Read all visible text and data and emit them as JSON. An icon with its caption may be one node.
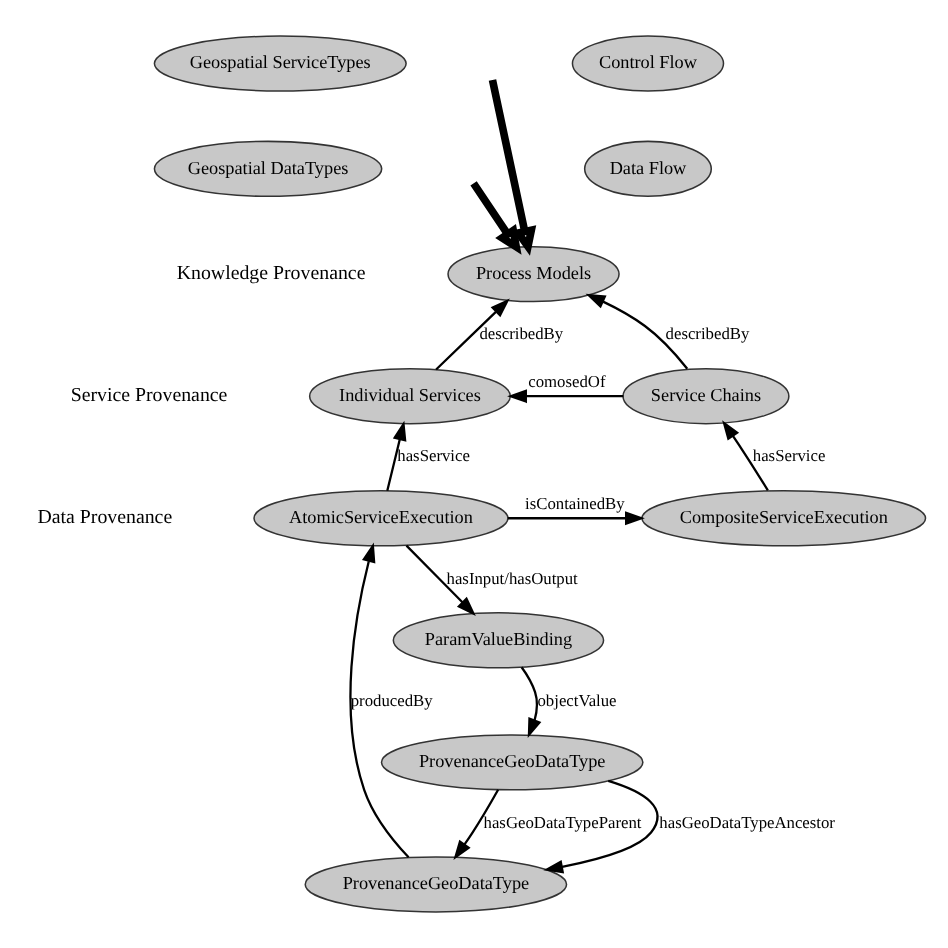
{
  "diagram": {
    "nodes": [
      {
        "text": [
          "Geospatial ServiceTypes"
        ]
      },
      {
        "text": [
          "Control Flow"
        ]
      },
      {
        "text": [
          "Geospatial DataTypes"
        ]
      },
      {
        "text": [
          "Data Flow"
        ]
      },
      {
        "text": [
          "Process Models"
        ]
      },
      {
        "text": [
          "Individual Services"
        ]
      },
      {
        "text": [
          "Service Chains"
        ]
      },
      {
        "text": [
          "AtomicServiceExecution"
        ]
      },
      {
        "text": [
          "CompositeServiceExecution"
        ]
      },
      {
        "text": [
          "ParamValueBinding"
        ]
      },
      {
        "text": [
          "ProvenanceGeoDataType"
        ]
      },
      {
        "text": [
          "ProvenanceGeoDataType"
        ]
      }
    ],
    "edges": [
      {
        "from": null,
        "to": 4,
        "arrow": "to",
        "style": "thick"
      },
      {
        "from": null,
        "to": 4,
        "arrow": "to",
        "style": "thick"
      },
      {
        "from": 5,
        "to": 4,
        "arrow": "to",
        "label": "describedBy"
      },
      {
        "from": 6,
        "to": 4,
        "arrow": "to",
        "label": "describedBy"
      },
      {
        "from": 6,
        "to": 5,
        "arrow": "to",
        "label": "comosedOf"
      },
      {
        "from": 7,
        "to": 5,
        "arrow": "to",
        "label": "hasService"
      },
      {
        "from": 8,
        "to": 6,
        "arrow": "to",
        "label": "hasService"
      },
      {
        "from": 7,
        "to": 8,
        "arrow": "to",
        "label": "isContainedBy"
      },
      {
        "from": 7,
        "to": 9,
        "arrow": "to",
        "label": "hasInput/hasOutput"
      },
      {
        "from": 9,
        "to": 10,
        "arrow": "to",
        "label": "objectValue"
      },
      {
        "from": 10,
        "to": 11,
        "arrow": "to",
        "label": "hasGeoDataTypeParent"
      },
      {
        "from": 10,
        "to": 11,
        "arrow": "to",
        "label": "hasGeoDataTypeAncestor"
      },
      {
        "from": 11,
        "to": 7,
        "arrow": "to",
        "label": "producedBy"
      }
    ],
    "labels": [
      "Knowledge Provenance",
      "Service Provenance",
      "Data Provenance"
    ]
  }
}
